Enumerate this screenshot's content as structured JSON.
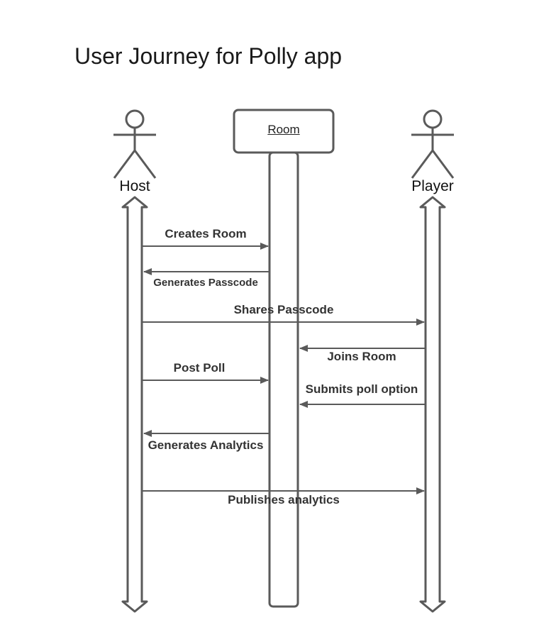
{
  "title": "User Journey for Polly app",
  "participants": {
    "host": "Host",
    "room": "Room",
    "player": "Player"
  },
  "messages": [
    {
      "label": "Creates Room",
      "from": "host",
      "to": "room"
    },
    {
      "label": "Generates Passcode",
      "from": "room",
      "to": "host"
    },
    {
      "label": "Shares Passcode",
      "from": "host",
      "to": "player"
    },
    {
      "label": "Joins Room",
      "from": "player",
      "to": "room"
    },
    {
      "label": "Post Poll",
      "from": "host",
      "to": "room"
    },
    {
      "label": "Submits poll option",
      "from": "player",
      "to": "room"
    },
    {
      "label": "Generates Analytics",
      "from": "room",
      "to": "host"
    },
    {
      "label": "Publishes analytics",
      "from": "host",
      "to": "player"
    }
  ],
  "colors": {
    "line": "#5a5a5a",
    "text": "#333333"
  }
}
